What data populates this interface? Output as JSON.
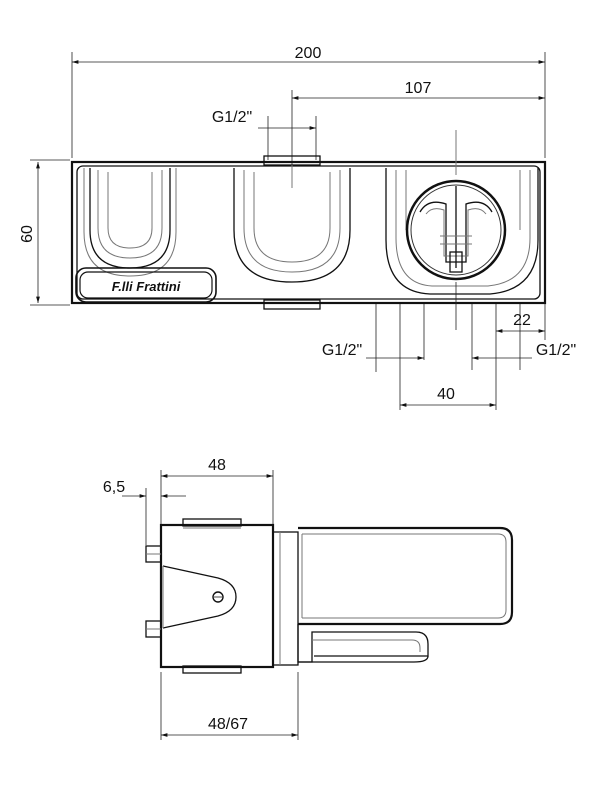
{
  "top_view": {
    "width_label": "200",
    "offset_label": "107",
    "height_label": "60",
    "top_port_label": "G1/2\"",
    "bottom_left_port_label": "G1/2\"",
    "bottom_right_port_label": "G1/2\"",
    "spacing_label": "40",
    "edge_offset_label": "22",
    "logo_text": "F.lli Frattini"
  },
  "side_view": {
    "depth_label": "48",
    "offset_label": "6,5",
    "bottom_label": "48/67"
  }
}
